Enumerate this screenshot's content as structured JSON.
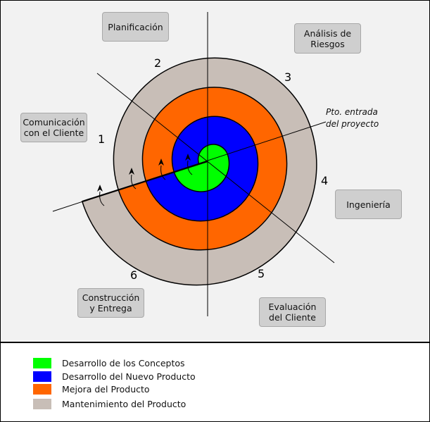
{
  "quadrants": {
    "planificacion": "Planificación",
    "analisis": "Análisis de\nRiesgos",
    "comunicacion": "Comunicación\ncon el Cliente",
    "ingenieria": "Ingeniería",
    "construccion": "Construcción\ny Entrega",
    "evaluacion": "Evaluación\ndel Cliente"
  },
  "numbers": [
    "1",
    "2",
    "3",
    "4",
    "5",
    "6"
  ],
  "entry_point": "Pto. entrada\ndel proyecto",
  "legend": [
    {
      "label": "Desarrollo de los Conceptos",
      "color": "#00ff00"
    },
    {
      "label": "Desarrollo del Nuevo Producto",
      "color": "#0000ff"
    },
    {
      "label": "Mejora del Producto",
      "color": "#ff6600"
    },
    {
      "label": "Mantenimiento del Producto",
      "color": "#c8beb7"
    }
  ]
}
